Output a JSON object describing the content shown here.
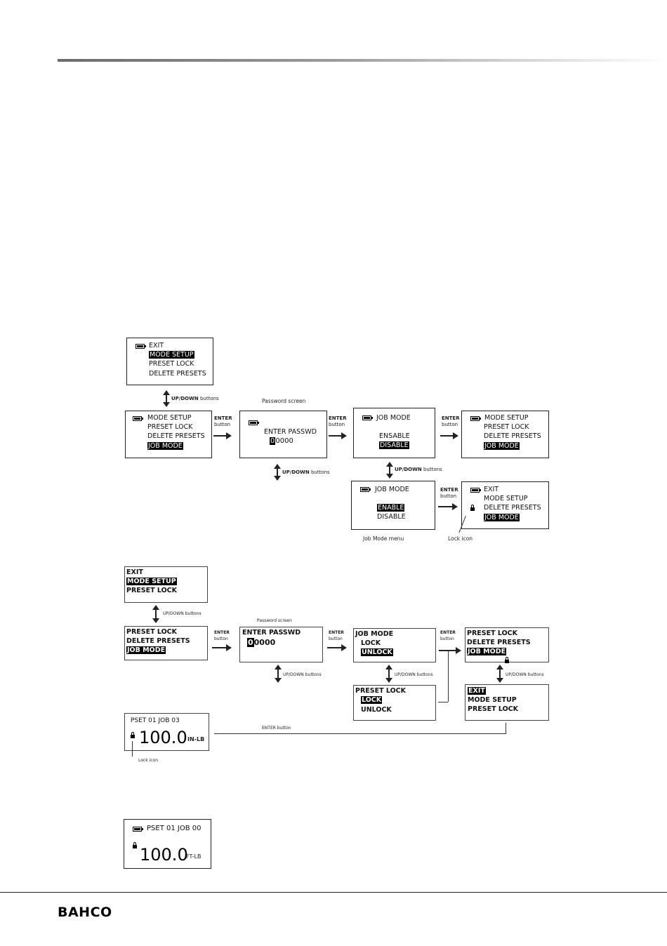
{
  "brand": "BAHCO",
  "labels": {
    "up_down": "UP/DOWN",
    "buttons": "buttons",
    "enter": "ENTER",
    "button": "button",
    "password_screen": "Password screen",
    "job_mode_menu": "Job Mode menu",
    "lock_icon": "Lock icon",
    "enter_button": "ENTER button"
  },
  "diagram1": {
    "s1": [
      "EXIT",
      "MODE SETUP",
      "PRESET LOCK",
      "DELETE PRESETS"
    ],
    "s2": [
      "MODE SETUP",
      "PRESET LOCK",
      "DELETE PRESETS",
      "JOB MODE"
    ],
    "s3": {
      "title": "ENTER PASSWD",
      "digits": "0",
      "rest": "0000"
    },
    "s4": {
      "title": "JOB MODE",
      "opt1": "ENSABLE",
      "opt2": "DISABLE"
    },
    "s5": [
      "MODE SETUP",
      "PRESET LOCK",
      "DELETE PRESETS",
      "JOB MODE"
    ],
    "s6": {
      "title": "JOB MODE",
      "opt1": "ENABLE",
      "opt2": "DISABLE"
    },
    "s7": [
      "EXIT",
      "MODE SETUP",
      "DELETE PRESETS",
      "JOB MODE"
    ]
  },
  "diagram2": {
    "s1": [
      "EXIT",
      "MODE SETUP",
      "PRESET LOCK"
    ],
    "s2": [
      "PRESET LOCK",
      "DELETE PRESETS",
      "JOB MODE"
    ],
    "s3": {
      "title": "ENTER PASSWD",
      "digits": "0",
      "rest": "0000"
    },
    "s4": {
      "title": "JOB MODE",
      "opt1": "LOCK",
      "opt2": "UNLOCK"
    },
    "s5": [
      "PRESET LOCK",
      "DELETE PRESETS",
      "JOB MODE"
    ],
    "s6": {
      "title": "PRESET LOCK",
      "opt1": "LOCK",
      "opt2": "UNLOCK"
    },
    "s7": [
      "EXIT",
      "MODE SETUP",
      "PRESET LOCK"
    ],
    "s8": {
      "header": "PSET 01  JOB  03",
      "value": "100.0",
      "unit": "IN-LB"
    },
    "up_down_buttons": "UP/DOWN buttons",
    "enter_button": "ENTER button"
  },
  "display": {
    "header": "PSET 01  JOB 00",
    "value": "100.0",
    "unit": "FT-LB"
  }
}
